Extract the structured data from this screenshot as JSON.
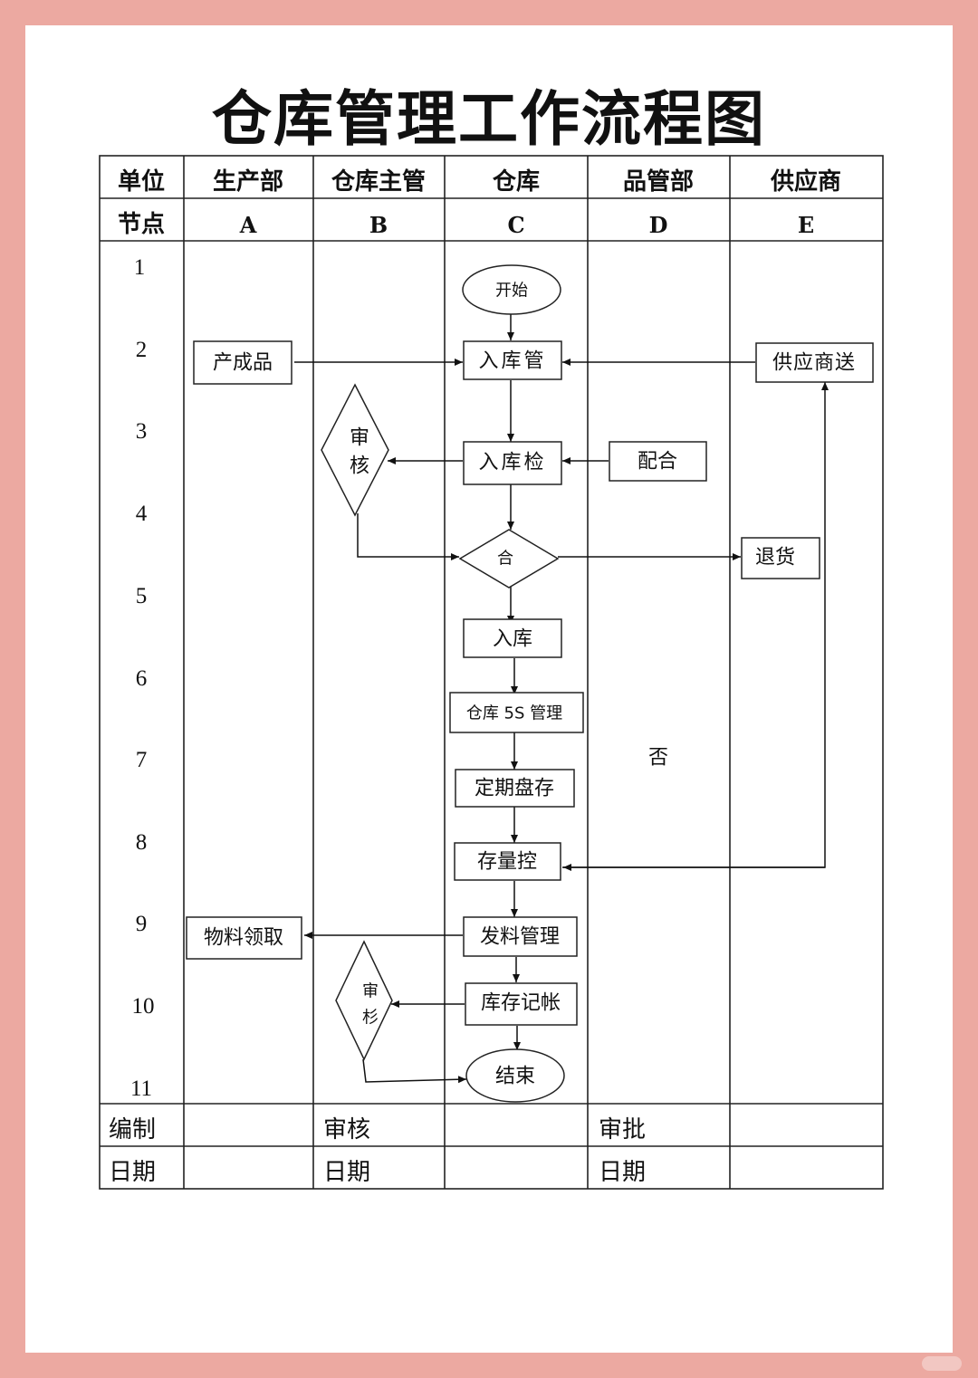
{
  "title": "仓库管理工作流程图",
  "header": {
    "unit_label": "单位",
    "node_label": "节点",
    "columns": [
      {
        "name": "生产部",
        "letter": "A"
      },
      {
        "name": "仓库主管",
        "letter": "B"
      },
      {
        "name": "仓库",
        "letter": "C"
      },
      {
        "name": "品管部",
        "letter": "D"
      },
      {
        "name": "供应商",
        "letter": "E"
      }
    ]
  },
  "rows": [
    "1",
    "2",
    "3",
    "4",
    "5",
    "6",
    "7",
    "8",
    "9",
    "10",
    "11"
  ],
  "nodes": {
    "start": "开始",
    "product": "产成品",
    "inbound_mgmt": "入库管",
    "supplier_send": "供应商送",
    "review1": [
      "审",
      "核"
    ],
    "inbound_check": "入库检",
    "cooperate": "配合",
    "qualified": "合",
    "return_goods": "退货",
    "store_in": "入库",
    "five_s": "仓库 5S 管理",
    "inventory": "定期盘存",
    "stock_control": "存量控",
    "material_pick": "物料领取",
    "issue_mgmt": "发料管理",
    "review2": [
      "审",
      "杉"
    ],
    "bookkeeping": "库存记帐",
    "end": "结束",
    "no_label": "否"
  },
  "footer": {
    "prepared": "编制",
    "reviewed": "审核",
    "approved": "审批",
    "date": "日期"
  }
}
